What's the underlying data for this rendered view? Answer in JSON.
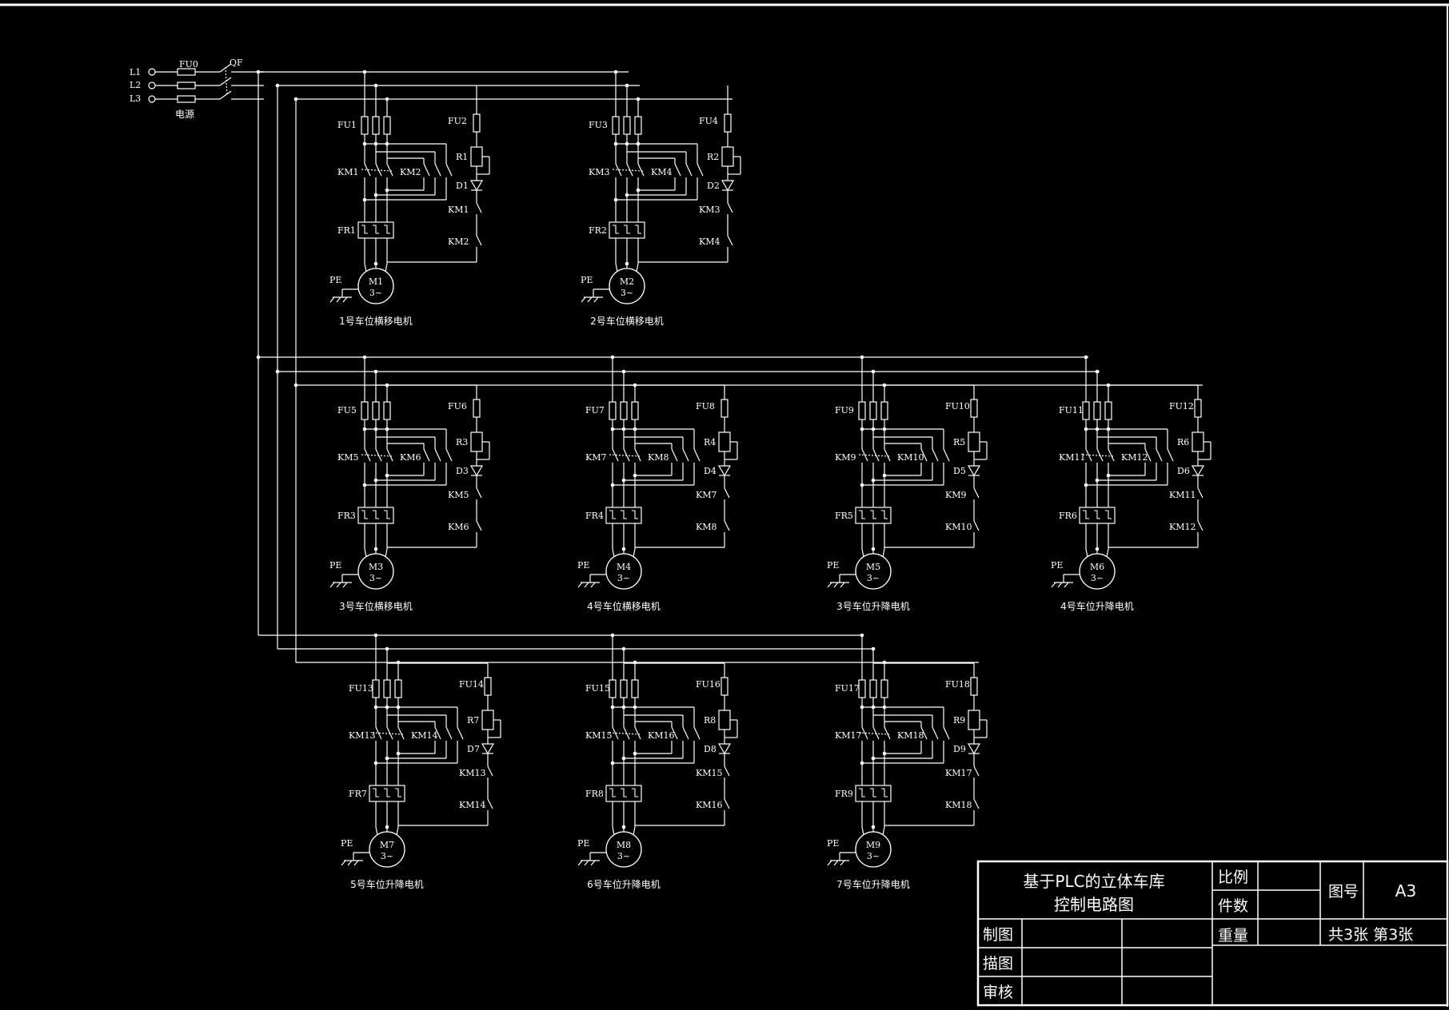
{
  "supply": {
    "phases": [
      "L1",
      "L2",
      "L3"
    ],
    "fuse_label": "FU0",
    "breaker_label": "QF",
    "caption": "电源"
  },
  "motor_units": [
    {
      "id": 1,
      "main_fuse": "FU1",
      "ctrl_fuse": "FU2",
      "km_a": "KM1",
      "km_b": "KM2",
      "resistor": "R1",
      "diode": "D1",
      "relay": "FR1",
      "motor": "M1",
      "phase_symbol": "3~",
      "pe": "PE",
      "caption": "1号车位横移电机"
    },
    {
      "id": 2,
      "main_fuse": "FU3",
      "ctrl_fuse": "FU4",
      "km_a": "KM3",
      "km_b": "KM4",
      "resistor": "R2",
      "diode": "D2",
      "relay": "FR2",
      "motor": "M2",
      "phase_symbol": "3~",
      "pe": "PE",
      "caption": "2号车位横移电机"
    },
    {
      "id": 3,
      "main_fuse": "FU5",
      "ctrl_fuse": "FU6",
      "km_a": "KM5",
      "km_b": "KM6",
      "resistor": "R3",
      "diode": "D3",
      "relay": "FR3",
      "motor": "M3",
      "phase_symbol": "3~",
      "pe": "PE",
      "caption": "3号车位横移电机"
    },
    {
      "id": 4,
      "main_fuse": "FU7",
      "ctrl_fuse": "FU8",
      "km_a": "KM7",
      "km_b": "KM8",
      "resistor": "R4",
      "diode": "D4",
      "relay": "FR4",
      "motor": "M4",
      "phase_symbol": "3~",
      "pe": "PE",
      "caption": "4号车位横移电机"
    },
    {
      "id": 5,
      "main_fuse": "FU9",
      "ctrl_fuse": "FU10",
      "km_a": "KM9",
      "km_b": "KM10",
      "resistor": "R5",
      "diode": "D5",
      "relay": "FR5",
      "motor": "M5",
      "phase_symbol": "3~",
      "pe": "PE",
      "caption": "3号车位升降电机"
    },
    {
      "id": 6,
      "main_fuse": "FU11",
      "ctrl_fuse": "FU12",
      "km_a": "KM11",
      "km_b": "KM12",
      "resistor": "R6",
      "diode": "D6",
      "relay": "FR6",
      "motor": "M6",
      "phase_symbol": "3~",
      "pe": "PE",
      "caption": "4号车位升降电机"
    },
    {
      "id": 7,
      "main_fuse": "FU13",
      "ctrl_fuse": "FU14",
      "km_a": "KM13",
      "km_b": "KM14",
      "resistor": "R7",
      "diode": "D7",
      "relay": "FR7",
      "motor": "M7",
      "phase_symbol": "3~",
      "pe": "PE",
      "caption": "5号车位升降电机"
    },
    {
      "id": 8,
      "main_fuse": "FU15",
      "ctrl_fuse": "FU16",
      "km_a": "KM15",
      "km_b": "KM16",
      "resistor": "R8",
      "diode": "D8",
      "relay": "FR8",
      "motor": "M8",
      "phase_symbol": "3~",
      "pe": "PE",
      "caption": "6号车位升降电机"
    },
    {
      "id": 9,
      "main_fuse": "FU17",
      "ctrl_fuse": "FU18",
      "km_a": "KM17",
      "km_b": "KM18",
      "resistor": "R9",
      "diode": "D9",
      "relay": "FR9",
      "motor": "M9",
      "phase_symbol": "3~",
      "pe": "PE",
      "caption": "7号车位升降电机"
    }
  ],
  "title_block": {
    "title_line1": "基于PLC的立体车库",
    "title_line2": "控制电路图",
    "scale_label": "比例",
    "count_label": "件数",
    "weight_label": "重量",
    "drawing_no_label": "图号",
    "drawing_no": "A3",
    "sheets": "共3张  第3张",
    "drawn_label": "制图",
    "traced_label": "描图",
    "checked_label": "审核"
  }
}
